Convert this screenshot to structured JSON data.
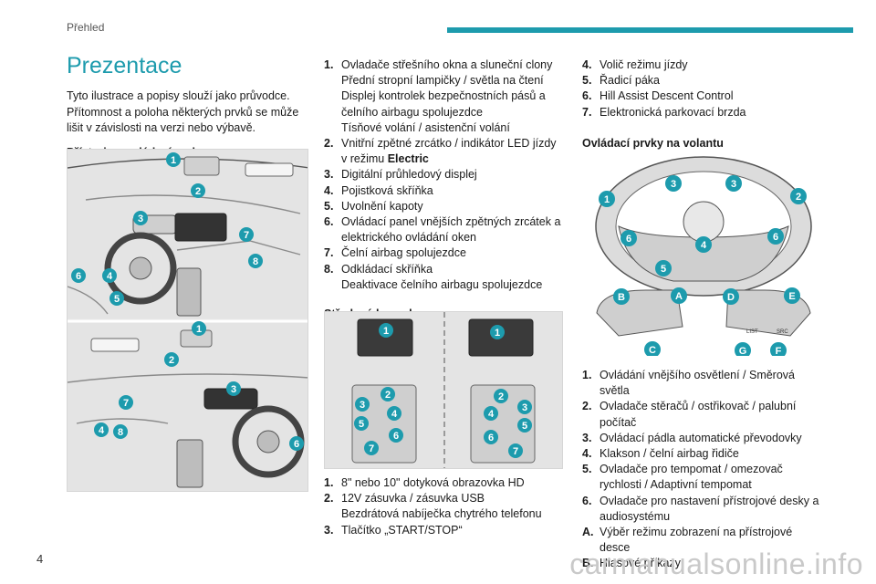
{
  "header": {
    "section": "Přehled"
  },
  "page_number": "4",
  "watermark": "carmanualsonline.info",
  "column1": {
    "title": "Prezentace",
    "intro": "Tyto ilustrace a popisy slouží jako průvodce. Přítomnost a poloha některých prvků se může lišit v závislosti na verzi nebo výbavě.",
    "subheading": "Přístroje a ovládací prvky",
    "figure_callouts_top": [
      "1",
      "2",
      "3",
      "7",
      "8",
      "6",
      "4",
      "5"
    ],
    "figure_callouts_bottom": [
      "1",
      "2",
      "3",
      "7",
      "4",
      "8",
      "6"
    ]
  },
  "column2": {
    "items": [
      {
        "num": "1.",
        "lines": [
          "Ovladače střešního okna a sluneční clony",
          "Přední stropní lampičky / světla na čtení",
          "Displej kontrolek bezpečnostních pásů a čelního airbagu spolujezdce",
          "Tísňové volání / asistenční volání"
        ]
      },
      {
        "num": "2.",
        "lines": [
          "Vnitřní zpětné zrcátko / indikátor LED jízdy v režimu Electric"
        ]
      },
      {
        "num": "3.",
        "lines": [
          "Digitální průhledový displej"
        ]
      },
      {
        "num": "4.",
        "lines": [
          "Pojistková skříňka"
        ]
      },
      {
        "num": "5.",
        "lines": [
          "Uvolnění kapoty"
        ]
      },
      {
        "num": "6.",
        "lines": [
          "Ovládací panel vnějších zpětných zrcátek a elektrického ovládání oken"
        ]
      },
      {
        "num": "7.",
        "lines": [
          "Čelní airbag spolujezdce"
        ]
      },
      {
        "num": "8.",
        "lines": [
          "Odkládací skříňka",
          "Deaktivace čelního airbagu spolujezdce"
        ]
      }
    ],
    "subheading": "Středová konzola",
    "console_items": [
      {
        "num": "1.",
        "lines": [
          "8\" nebo 10\" dotyková obrazovka HD"
        ]
      },
      {
        "num": "2.",
        "lines": [
          "12V zásuvka / zásuvka USB",
          "Bezdrátová nabíječka chytrého telefonu"
        ]
      },
      {
        "num": "3.",
        "lines": [
          "Tlačítko „START/STOP“"
        ]
      }
    ]
  },
  "column3": {
    "items": [
      {
        "num": "4.",
        "lines": [
          "Volič režimu jízdy"
        ]
      },
      {
        "num": "5.",
        "lines": [
          "Řadicí páka"
        ]
      },
      {
        "num": "6.",
        "lines": [
          "Hill Assist Descent Control"
        ]
      },
      {
        "num": "7.",
        "lines": [
          "Elektronická parkovací brzda"
        ]
      }
    ],
    "subheading": "Ovládací prvky na volantu",
    "wheel_items": [
      {
        "num": "1.",
        "lines": [
          "Ovládání vnějšího osvětlení / Směrová světla"
        ]
      },
      {
        "num": "2.",
        "lines": [
          "Ovladače stěračů / ostřikovač / palubní počítač"
        ]
      },
      {
        "num": "3.",
        "lines": [
          "Ovládací pádla automatické převodovky"
        ]
      },
      {
        "num": "4.",
        "lines": [
          "Klakson / čelní airbag řidiče"
        ]
      },
      {
        "num": "5.",
        "lines": [
          "Ovladače pro tempomat / omezovač rychlosti / Adaptivní tempomat"
        ]
      },
      {
        "num": "6.",
        "lines": [
          "Ovladače pro nastavení přístrojové desky a audiosystému"
        ]
      },
      {
        "num": "A.",
        "lines": [
          "Výběr režimu zobrazení na přístrojové desce"
        ]
      },
      {
        "num": "B.",
        "lines": [
          "Hlasové příkazy"
        ]
      }
    ],
    "button_labels": {
      "list": "LIST",
      "src": "SRC"
    }
  },
  "colors": {
    "accent": "#1d9bad",
    "text": "#1a1a1a",
    "figure_bg": "#e6e6e6"
  }
}
